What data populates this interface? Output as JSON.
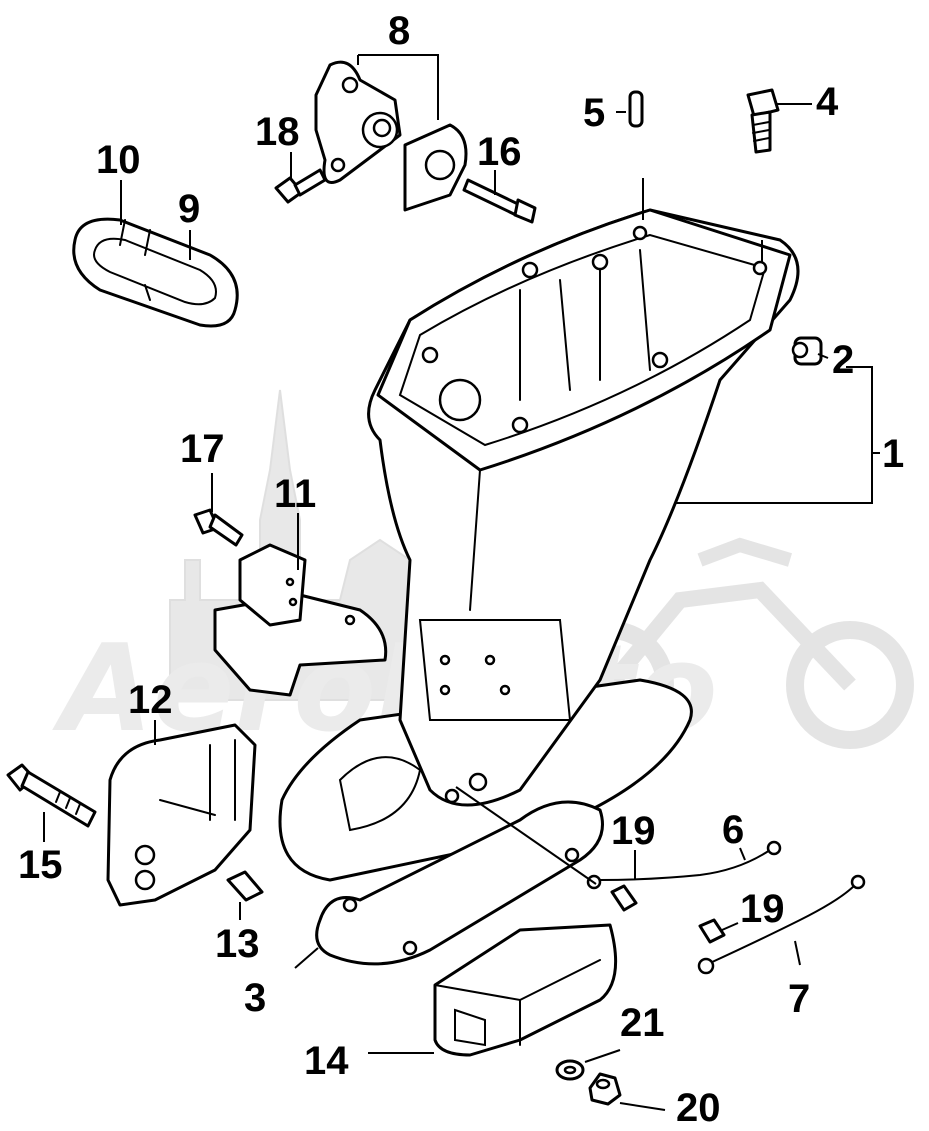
{
  "watermark": {
    "text": "AeroMoto"
  },
  "callouts": [
    {
      "id": "1",
      "text": "1"
    },
    {
      "id": "2",
      "text": "2"
    },
    {
      "id": "3",
      "text": "3"
    },
    {
      "id": "4",
      "text": "4"
    },
    {
      "id": "5",
      "text": "5"
    },
    {
      "id": "6",
      "text": "6"
    },
    {
      "id": "7",
      "text": "7"
    },
    {
      "id": "8",
      "text": "8"
    },
    {
      "id": "9",
      "text": "9"
    },
    {
      "id": "10",
      "text": "10"
    },
    {
      "id": "11",
      "text": "11"
    },
    {
      "id": "12",
      "text": "12"
    },
    {
      "id": "13",
      "text": "13"
    },
    {
      "id": "14",
      "text": "14"
    },
    {
      "id": "15",
      "text": "15"
    },
    {
      "id": "16",
      "text": "16"
    },
    {
      "id": "17",
      "text": "17"
    },
    {
      "id": "18",
      "text": "18"
    },
    {
      "id": "19a",
      "text": "19"
    },
    {
      "id": "19b",
      "text": "19"
    },
    {
      "id": "20",
      "text": "20"
    },
    {
      "id": "21",
      "text": "21"
    }
  ]
}
